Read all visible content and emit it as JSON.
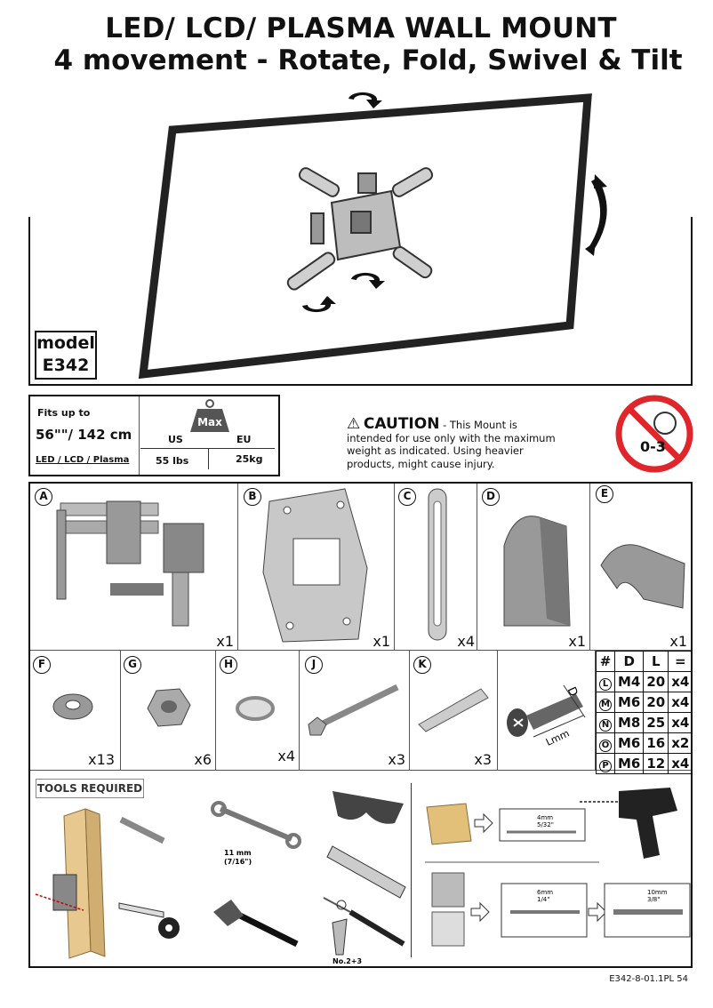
{
  "header": {
    "title_line1": "LED/ LCD/ PLASMA WALL MOUNT",
    "title_line2": "4 movement - Rotate, Fold, Swivel & Tilt"
  },
  "model": {
    "label": "model",
    "number": "E342"
  },
  "specs": {
    "fits_up_to": "Fits up to",
    "screen_size": "56\"\"/ 142 cm",
    "screen_types": "LED / LCD / Plasma",
    "max_label": "Max",
    "us_label": "US",
    "eu_label": "EU",
    "us_weight": "55 lbs",
    "eu_weight": "25kg"
  },
  "caution": {
    "title": "CAUTION",
    "text_lead": " - This Mount is",
    "text_body": "intended for use only with the maximum weight as indicated. Using heavier products, might cause injury."
  },
  "age_warning": {
    "label": "0-3"
  },
  "parts": [
    {
      "id": "A",
      "qty": "x1"
    },
    {
      "id": "B",
      "qty": "x1"
    },
    {
      "id": "C",
      "qty": "x4"
    },
    {
      "id": "D",
      "qty": "x1"
    },
    {
      "id": "E",
      "qty": "x1"
    },
    {
      "id": "F",
      "qty": "x13"
    },
    {
      "id": "G",
      "qty": "x6"
    },
    {
      "id": "H",
      "qty": "x4"
    },
    {
      "id": "J",
      "qty": "x3"
    },
    {
      "id": "K",
      "qty": "x3"
    }
  ],
  "screw_table": {
    "headers": [
      "#",
      "D",
      "L",
      "="
    ],
    "rows": [
      [
        "L",
        "M4",
        "20",
        "x4"
      ],
      [
        "M",
        "M6",
        "20",
        "x4"
      ],
      [
        "N",
        "M8",
        "25",
        "x4"
      ],
      [
        "O",
        "M6",
        "16",
        "x2"
      ],
      [
        "P",
        "M6",
        "12",
        "x4"
      ]
    ],
    "d_label": "D",
    "l_label": "Lmm"
  },
  "tools": {
    "label": "TOOLS REQUIRED",
    "wrench_size": "11 mm",
    "wrench_size_in": "(7/16\")",
    "screwdriver": "No.2+3",
    "drill_wood_mm": "4mm",
    "drill_wood_in": "5/32\"",
    "drill_pilot_mm": "6mm",
    "drill_pilot_in": "1/4\"",
    "drill_final_mm": "10mm",
    "drill_final_in": "3/8\""
  },
  "footer": {
    "code": "E342-8-01.1PL  54"
  }
}
